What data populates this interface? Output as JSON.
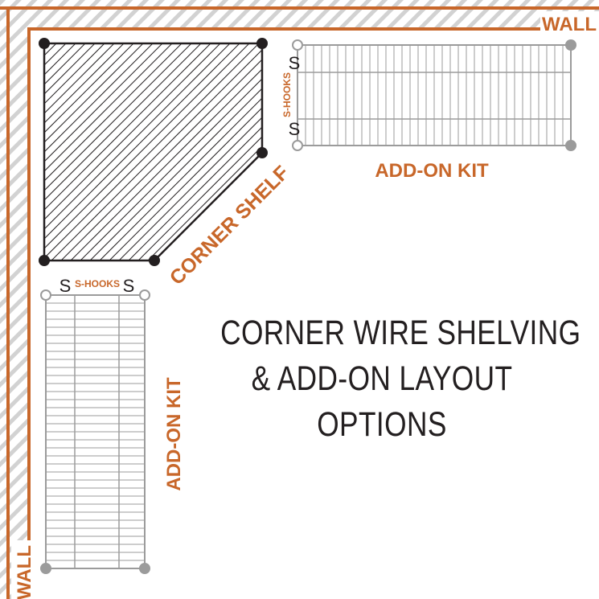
{
  "labels": {
    "wall_top": "WALL",
    "wall_left": "WALL",
    "corner_shelf": "CORNER SHELF",
    "addon_right": "ADD-ON KIT",
    "addon_bottom": "ADD-ON KIT",
    "shooks_right": "S-HOOKS",
    "shooks_bottom": "S-HOOKS"
  },
  "title": {
    "line1": "CORNER WIRE SHELVING",
    "line2": "& ADD-ON LAYOUT",
    "line3": "OPTIONS"
  },
  "colors": {
    "wall": "#c8672a",
    "label": "#c8672a",
    "corner_shelf": "#231f20",
    "addon_shelf": "#9b9b9b",
    "text": "#231f20"
  }
}
